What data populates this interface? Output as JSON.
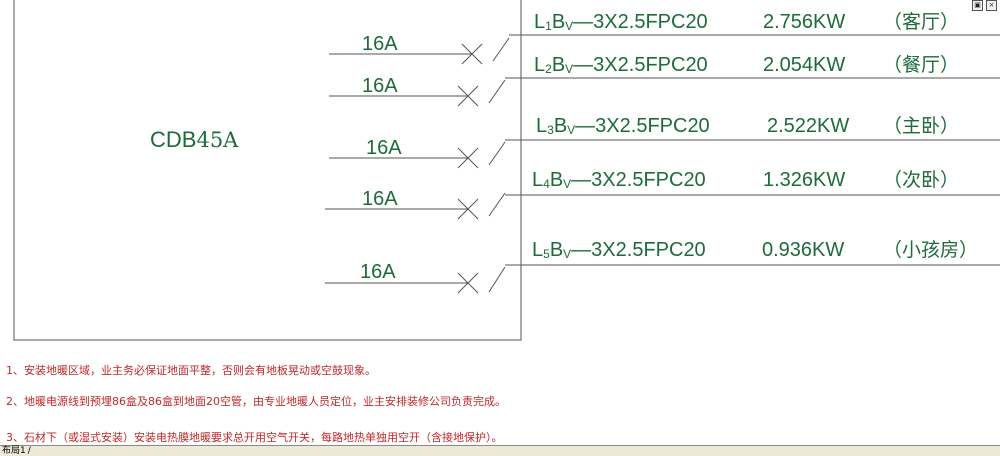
{
  "panel": {
    "label": "CDB45A",
    "label_prefix": "CDB",
    "label_number": "45A",
    "color": "#1e6b3a"
  },
  "circuits": [
    {
      "breaker_rating": "16A",
      "line": "L",
      "sub": "1",
      "cable_mid": "B",
      "cable_sub": "V",
      "cable_spec": "—3X2.5FPC20",
      "power": "2.756KW",
      "room": "（客厅）"
    },
    {
      "breaker_rating": "16A",
      "line": "L",
      "sub": "2",
      "cable_mid": "B",
      "cable_sub": "V",
      "cable_spec": "—3X2.5FPC20",
      "power": "2.054KW",
      "room": "（餐厅）"
    },
    {
      "breaker_rating": "16A",
      "line": "L",
      "sub": "3",
      "cable_mid": "B",
      "cable_sub": "V",
      "cable_spec": "—3X2.5FPC20",
      "power": "2.522KW",
      "room": "（主卧）"
    },
    {
      "breaker_rating": "16A",
      "line": "L",
      "sub": "4",
      "cable_mid": "B",
      "cable_sub": "V",
      "cable_spec": "—3X2.5FPC20",
      "power": "1.326KW",
      "room": "（次卧）"
    },
    {
      "breaker_rating": "16A",
      "line": "L",
      "sub": "5",
      "cable_mid": "B",
      "cable_sub": "V",
      "cable_spec": "—3X2.5FPC20",
      "power": "0.936KW",
      "room": "（小孩房）"
    }
  ],
  "notes": [
    "1、安装地暖区域，业主务必保证地面平整，否则会有地板晃动或空鼓现象。",
    "2、地暖电源线到预埋86盒及86盒到地面20空管，由专业地暖人员定位，业主安排装修公司负责完成。",
    "3、石材下（或湿式安装）安装电热膜地暖要求总开用空气开关，每路地热单独用空开（含接地保护）。"
  ],
  "layout_tab": {
    "label": "布局1"
  },
  "window_controls": {
    "restore": "▣",
    "close": "×"
  },
  "colors": {
    "text_green": "#1e6b3a",
    "note_red": "#c0282a",
    "line": "#555555"
  }
}
